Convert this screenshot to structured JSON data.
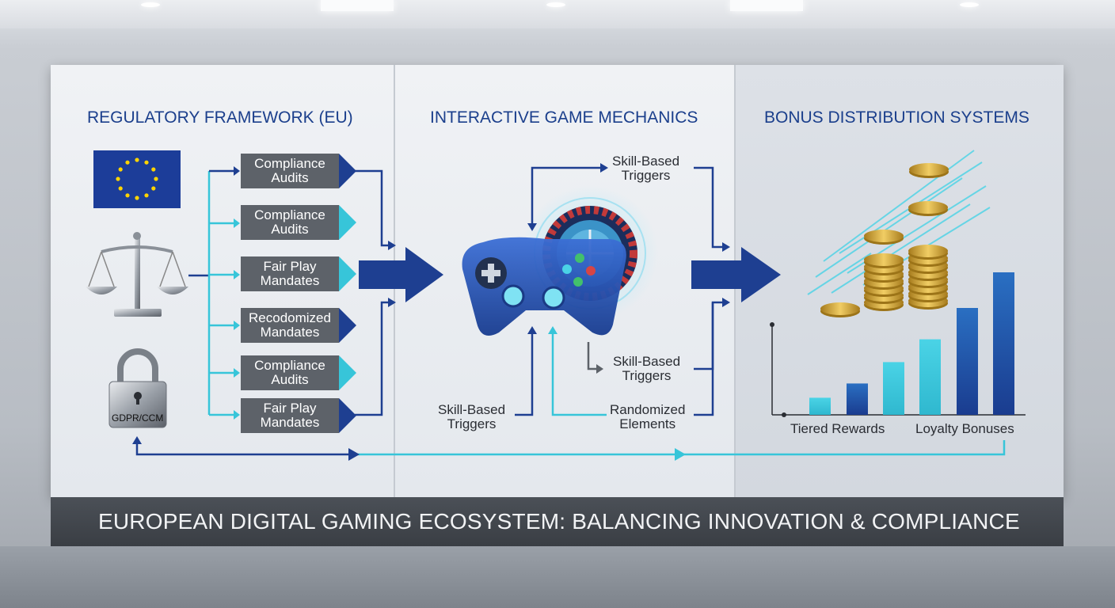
{
  "sections": {
    "regulatory_title": "REGULATORY FRAMEWORK (EU)",
    "mechanics_title": "INTERACTIVE GAME MECHANICS",
    "bonus_title": "BONUS DISTRIBUTION SYSTEMS"
  },
  "regulatory": {
    "gdpr_label": "GDPR/CCM",
    "boxes": [
      {
        "line1": "Compliance",
        "line2": "Audits",
        "accent": "#1e3f91"
      },
      {
        "line1": "Compliance",
        "line2": "Audits",
        "accent": "#37c5d9"
      },
      {
        "line1": "Fair Play",
        "line2": "Mandates",
        "accent": "#37c5d9"
      },
      {
        "line1": "Recodomized",
        "line2": "Mandates",
        "accent": "#1e3f91"
      },
      {
        "line1": "Compliance",
        "line2": "Audits",
        "accent": "#37c5d9"
      },
      {
        "line1": "Fair Play",
        "line2": "Mandates",
        "accent": "#1e3f91"
      }
    ]
  },
  "mechanics": {
    "top_right": {
      "line1": "Skill-Based",
      "line2": "Triggers"
    },
    "mid_right": {
      "line1": "Skill-Based",
      "line2": "Triggers"
    },
    "bottom_left": {
      "line1": "Skill-Based",
      "line2": "Triggers"
    },
    "bottom_right": {
      "line1": "Randomized",
      "line2": "Elements"
    }
  },
  "bonus": {
    "x_labels": [
      "Tiered Rewards",
      "Loyalty Bonuses"
    ],
    "bars": [
      0.12,
      0.22,
      0.37,
      0.53,
      0.75,
      1.0
    ]
  },
  "banner": {
    "title": "EUROPEAN DIGITAL GAMING ECOSYSTEM: BALANCING INNOVATION & COMPLIANCE"
  },
  "colors": {
    "navy": "#1e3f91",
    "cyan": "#37c5d9",
    "title_blue": "#1b3f8c",
    "box_gray": "#5d6269",
    "eu_blue": "#1c3d99",
    "eu_star": "#ffd400"
  }
}
